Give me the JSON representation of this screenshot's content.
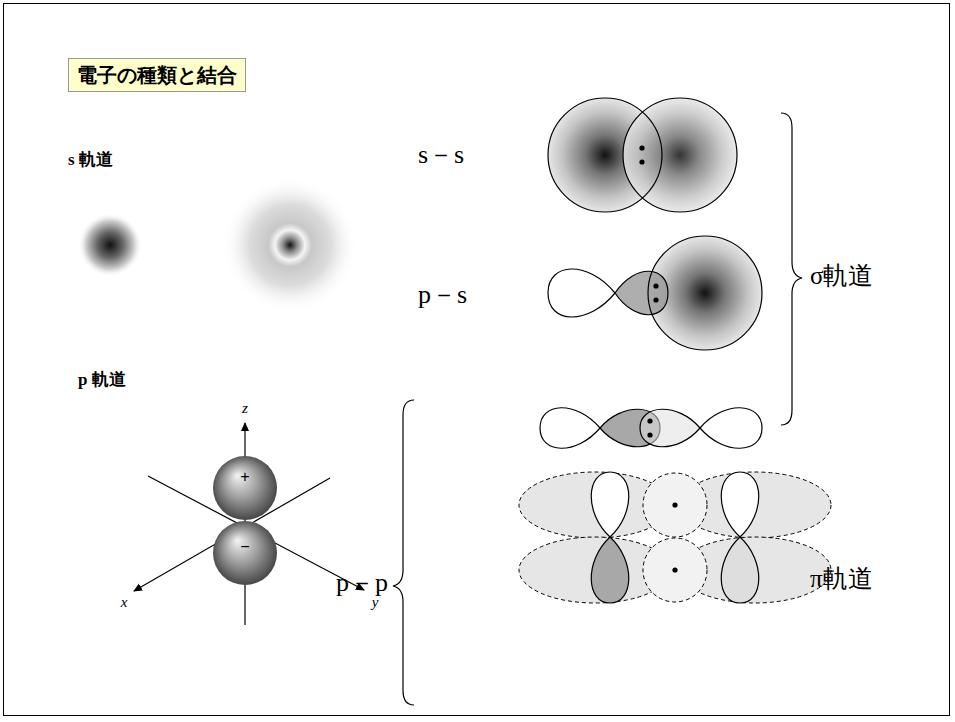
{
  "diagram": {
    "title": "電子の種類と結合",
    "labels": [
      "s 軌道",
      "p 軌道",
      "z",
      "x",
      "y",
      "+",
      "−",
      "s－s",
      "p－s",
      "p－p",
      "σ軌道",
      "π軌道"
    ]
  }
}
